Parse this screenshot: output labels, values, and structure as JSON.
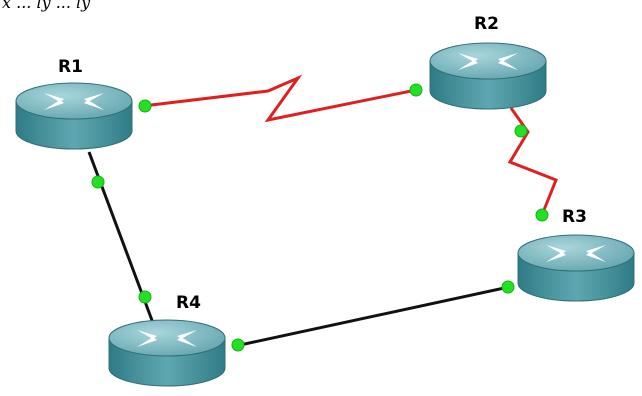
{
  "header": {
    "fragment": "x ... ly ... ly"
  },
  "routers": [
    {
      "id": "r1",
      "label": "R1"
    },
    {
      "id": "r2",
      "label": "R2"
    },
    {
      "id": "r3",
      "label": "R3"
    },
    {
      "id": "r4",
      "label": "R4"
    }
  ],
  "links": [
    {
      "from": "R1",
      "to": "R2",
      "type": "serial",
      "color": "#e02020"
    },
    {
      "from": "R2",
      "to": "R3",
      "type": "serial",
      "color": "#e02020"
    },
    {
      "from": "R3",
      "to": "R4",
      "type": "ethernet",
      "color": "#111111"
    },
    {
      "from": "R4",
      "to": "R1",
      "type": "ethernet",
      "color": "#111111"
    }
  ],
  "colors": {
    "router_top": "#6fb2ba",
    "router_side": "#3f8a95",
    "router_edge": "#2f6f78",
    "port_dot": "#22e022",
    "serial_link": "#e02020",
    "ethernet_link": "#111111"
  }
}
